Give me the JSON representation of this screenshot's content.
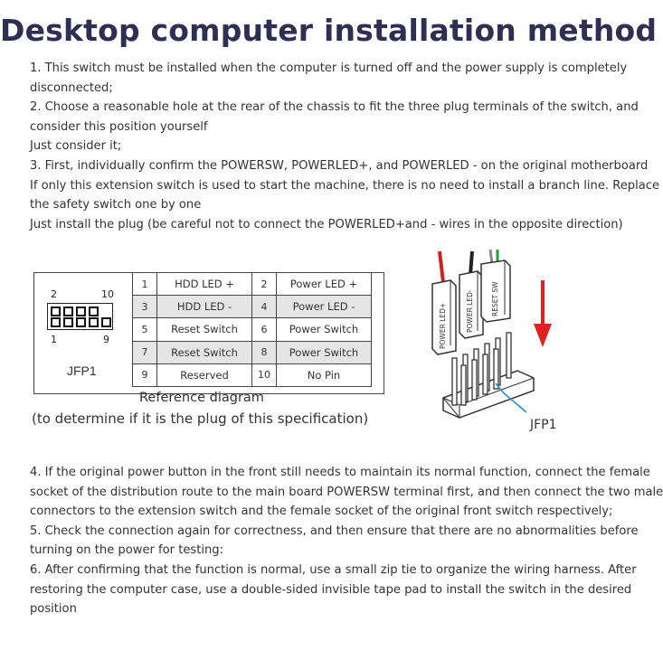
{
  "title": "Desktop computer installation method",
  "steps_top": [
    "1. This switch must be installed when the computer is turned off and the power supply is completely",
    "disconnected;",
    "2. Choose a reasonable hole at the rear of the chassis to fit the three plug terminals of the switch, and",
    "consider this position yourself",
    "Just consider it;",
    "3. First, individually confirm the POWERSW, POWERLED+, and POWERLED - on the original motherboard",
    "If only this extension switch is used to start the machine, there is no need to install a branch line. Replace",
    "the safety switch one by one",
    "Just install the plug (be careful not to connect the POWERLED+and - wires in the opposite direction)"
  ],
  "header_diagram": {
    "pin_top_left": "2",
    "pin_top_right": "10",
    "pin_bottom_left": "1",
    "pin_bottom_right": "9",
    "label": "JFP1"
  },
  "pin_table": [
    {
      "pin_a": "1",
      "label_a": "HDD LED +",
      "pin_b": "2",
      "label_b": "Power LED +"
    },
    {
      "pin_a": "3",
      "label_a": "HDD LED -",
      "pin_b": "4",
      "label_b": "Power LED -"
    },
    {
      "pin_a": "5",
      "label_a": "Reset Switch",
      "pin_b": "6",
      "label_b": "Power Switch"
    },
    {
      "pin_a": "7",
      "label_a": "Reset Switch",
      "pin_b": "8",
      "label_b": "Power Switch"
    },
    {
      "pin_a": "9",
      "label_a": "Reserved",
      "pin_b": "10",
      "label_b": "No Pin"
    }
  ],
  "reference_caption": "Reference diagram",
  "reference_caption2": "(to determine if it is the plug of this specification)",
  "connector_diagram": {
    "plug_labels": [
      "POWER LED+",
      "POWER LED-",
      "RESET SW"
    ],
    "header_label": "JFP1",
    "arrow_color": "#e02020",
    "pointer_color": "#1a8fd8"
  },
  "steps_bottom": [
    "4. If the original power button in the front still needs to maintain its normal function, connect the female",
    "socket of the distribution route to the main board POWERSW terminal first, and then connect the two male",
    "connectors to the extension switch and the female socket of the original front switch respectively;",
    "5. Check the connection again for correctness, and then ensure that there are no abnormalities before",
    "turning on the power for testing:",
    "6. After confirming that the function is normal, use a small zip tie to organize the wiring harness. After",
    "restoring the computer case, use a double-sided invisible tape pad to install the switch in the desired",
    "position"
  ]
}
